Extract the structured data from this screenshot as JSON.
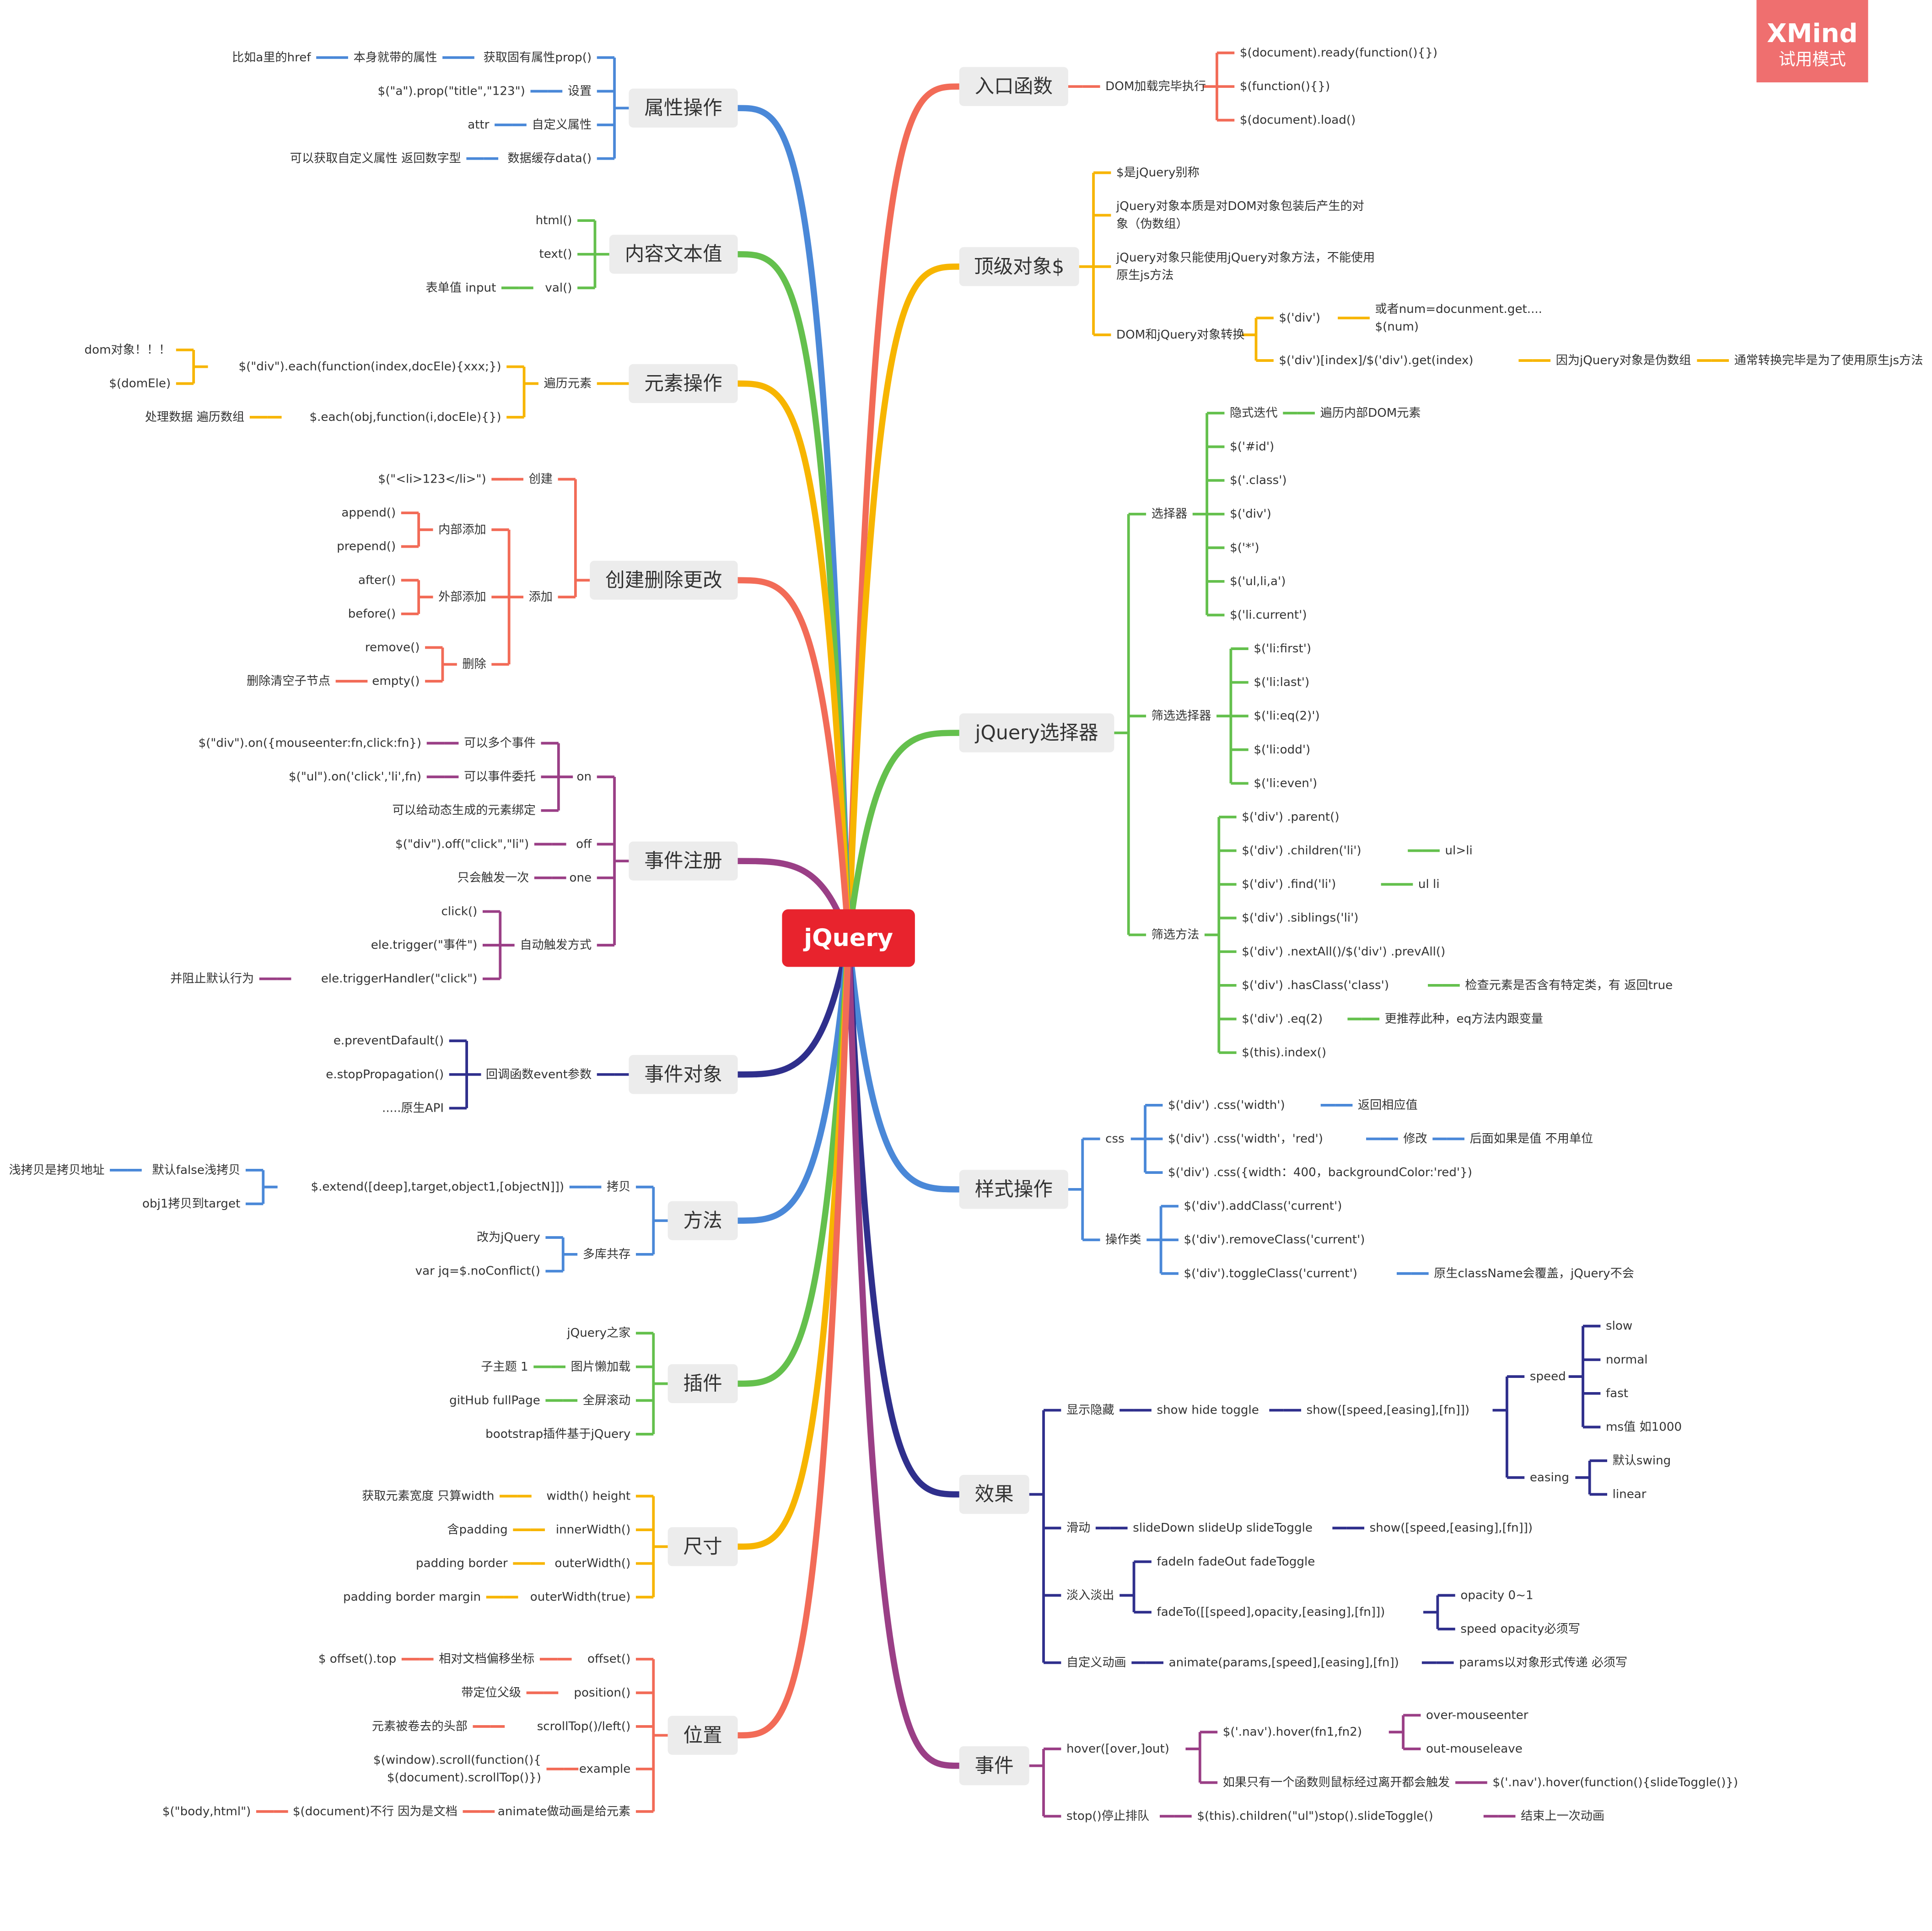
{
  "root": "jQuery",
  "watermark": {
    "title": "XMind",
    "subtitle": "试用模式"
  },
  "colors": {
    "root": "#e8232d",
    "red": "#f26b57",
    "orange": "#f7b500",
    "green": "#64c04d",
    "blue": "#4a88d8",
    "purple": "#2f2f8c",
    "magenta": "#9a3f86",
    "watermark": "#ef6f6f",
    "branch_bg": "#ececec"
  },
  "right": [
    {
      "label": "入口函数",
      "color": "red",
      "children": [
        {
          "label": "DOM加载完毕执行",
          "children": [
            {
              "label": "$(document).ready(function(){})"
            },
            {
              "label": "$(function(){})"
            },
            {
              "label": "$(document).load()"
            }
          ]
        }
      ]
    },
    {
      "label": "顶级对象$",
      "color": "orange",
      "children": [
        {
          "label": "$是jQuery别称"
        },
        {
          "label": "jQuery对象本质是对DOM对象包装后产生的对\n象（伪数组）"
        },
        {
          "label": "jQuery对象只能使用jQuery对象方法，不能使用\n原生js方法"
        },
        {
          "label": "DOM和jQuery对象转换",
          "children": [
            {
              "label": "$('div')",
              "children": [
                {
                  "label": "或者num=docunment.get....\n$(num)"
                }
              ]
            },
            {
              "label": "$('div')[index]/$('div').get(index)",
              "children": [
                {
                  "label": "因为jQuery对象是伪数组",
                  "children": [
                    {
                      "label": "通常转换完毕是为了使用原生js方法"
                    }
                  ]
                }
              ]
            }
          ]
        }
      ]
    },
    {
      "label": "jQuery选择器",
      "color": "green",
      "children": [
        {
          "label": "选择器",
          "children": [
            {
              "label": "隐式迭代",
              "children": [
                {
                  "label": "遍历内部DOM元素"
                }
              ]
            },
            {
              "label": "$('#id')"
            },
            {
              "label": "$('.class')"
            },
            {
              "label": "$('div')"
            },
            {
              "label": "$('*')"
            },
            {
              "label": "$('ul,li,a')"
            },
            {
              "label": "$('li.current')"
            }
          ]
        },
        {
          "label": "筛选选择器",
          "children": [
            {
              "label": "$('li:first')"
            },
            {
              "label": "$('li:last')"
            },
            {
              "label": "$('li:eq(2)')"
            },
            {
              "label": "$('li:odd')"
            },
            {
              "label": "$('li:even')"
            }
          ]
        },
        {
          "label": "筛选方法",
          "children": [
            {
              "label": "$('div') .parent()"
            },
            {
              "label": "$('div') .children('li')",
              "children": [
                {
                  "label": "ul>li"
                }
              ]
            },
            {
              "label": "$('div') .find('li')",
              "children": [
                {
                  "label": "ul li"
                }
              ]
            },
            {
              "label": "$('div') .siblings('li')"
            },
            {
              "label": "$('div') .nextAll()/$('div') .prevAll()"
            },
            {
              "label": "$('div') .hasClass('class')",
              "children": [
                {
                  "label": "检查元素是否含有特定类，有 返回true"
                }
              ]
            },
            {
              "label": "$('div') .eq(2)",
              "children": [
                {
                  "label": "更推荐此种，eq方法内跟变量"
                }
              ]
            },
            {
              "label": "$(this).index()"
            }
          ]
        }
      ]
    },
    {
      "label": "样式操作",
      "color": "blue",
      "children": [
        {
          "label": "css",
          "children": [
            {
              "label": "$('div') .css('width')",
              "children": [
                {
                  "label": "返回相应值"
                }
              ]
            },
            {
              "label": "$('div') .css('width'，'red')",
              "children": [
                {
                  "label": "修改",
                  "children": [
                    {
                      "label": "后面如果是值 不用单位"
                    }
                  ]
                }
              ]
            },
            {
              "label": "$('div') .css({width：400，backgroundColor:'red'})"
            }
          ]
        },
        {
          "label": "操作类",
          "children": [
            {
              "label": "$('div').addClass('current')"
            },
            {
              "label": "$('div').removeClass('current')"
            },
            {
              "label": "$('div').toggleClass('current')",
              "children": [
                {
                  "label": "原生className会覆盖，jQuery不会"
                }
              ]
            }
          ]
        }
      ]
    },
    {
      "label": "效果",
      "color": "purple",
      "children": [
        {
          "label": "显示隐藏",
          "children": [
            {
              "label": "show hide toggle",
              "children": [
                {
                  "label": "show([speed,[easing],[fn]])",
                  "children": [
                    {
                      "label": "speed",
                      "children": [
                        {
                          "label": "slow"
                        },
                        {
                          "label": "normal"
                        },
                        {
                          "label": "fast"
                        },
                        {
                          "label": "ms值 如1000"
                        }
                      ]
                    },
                    {
                      "label": "easing",
                      "children": [
                        {
                          "label": "默认swing"
                        },
                        {
                          "label": "linear"
                        }
                      ]
                    }
                  ]
                }
              ]
            }
          ]
        },
        {
          "label": "滑动",
          "children": [
            {
              "label": "slideDown slideUp slideToggle",
              "children": [
                {
                  "label": "show([speed,[easing],[fn]])"
                }
              ]
            }
          ]
        },
        {
          "label": "淡入淡出",
          "children": [
            {
              "label": "fadeIn fadeOut fadeToggle"
            },
            {
              "label": "fadeTo([[speed],opacity,[easing],[fn]])",
              "children": [
                {
                  "label": "opacity 0~1"
                },
                {
                  "label": "speed opacity必须写"
                }
              ]
            }
          ]
        },
        {
          "label": "自定义动画",
          "children": [
            {
              "label": "animate(params,[speed],[easing],[fn])",
              "children": [
                {
                  "label": "params以对象形式传递 必须写"
                }
              ]
            }
          ]
        }
      ]
    },
    {
      "label": "事件",
      "color": "magenta",
      "children": [
        {
          "label": "hover([over,]out)",
          "children": [
            {
              "label": "$('.nav').hover(fn1,fn2)",
              "children": [
                {
                  "label": "over-mouseenter"
                },
                {
                  "label": "out-mouseleave"
                }
              ]
            },
            {
              "label": "如果只有一个函数则鼠标经过离开都会触发",
              "children": [
                {
                  "label": "$('.nav').hover(function(){slideToggle()})"
                }
              ]
            }
          ]
        },
        {
          "label": "stop()停止排队",
          "children": [
            {
              "label": "$(this).children(\"ul\")stop().slideToggle()",
              "children": [
                {
                  "label": "结束上一次动画"
                }
              ]
            }
          ]
        }
      ]
    }
  ],
  "left": [
    {
      "label": "属性操作",
      "color": "blue",
      "children": [
        {
          "label": "获取固有属性prop()",
          "children": [
            {
              "label": "本身就带的属性",
              "children": [
                {
                  "label": "比如a里的href"
                }
              ]
            }
          ]
        },
        {
          "label": "设置",
          "children": [
            {
              "label": "$(\"a\").prop(\"title\",\"123\")"
            }
          ]
        },
        {
          "label": "自定义属性",
          "children": [
            {
              "label": "attr"
            }
          ]
        },
        {
          "label": "数据缓存data()",
          "children": [
            {
              "label": "可以获取自定义属性 返回数字型"
            }
          ]
        }
      ]
    },
    {
      "label": "内容文本值",
      "color": "green",
      "children": [
        {
          "label": "html()"
        },
        {
          "label": "text()"
        },
        {
          "label": "val()",
          "children": [
            {
              "label": "表单值 input"
            }
          ]
        }
      ]
    },
    {
      "label": "元素操作",
      "color": "orange",
      "children": [
        {
          "label": "遍历元素",
          "children": [
            {
              "label": "$(\"div\").each(function(index,docEle){xxx;})",
              "children": [
                {
                  "label": "dom对象！！！"
                },
                {
                  "label": "$(domEle)"
                }
              ]
            },
            {
              "label": "$.each(obj,function(i,docEle){})",
              "children": [
                {
                  "label": "处理数据 遍历数组"
                }
              ]
            }
          ]
        }
      ]
    },
    {
      "label": "创建删除更改",
      "color": "red",
      "children": [
        {
          "label": "创建",
          "children": [
            {
              "label": "$(\"<li>123</li>\")"
            }
          ]
        },
        {
          "label": "添加",
          "children": [
            {
              "label": "内部添加",
              "children": [
                {
                  "label": "append()"
                },
                {
                  "label": "prepend()"
                }
              ]
            },
            {
              "label": "外部添加",
              "children": [
                {
                  "label": "after()"
                },
                {
                  "label": "before()"
                }
              ]
            },
            {
              "label": "删除",
              "children": [
                {
                  "label": "remove()"
                },
                {
                  "label": "empty()",
                  "children": [
                    {
                      "label": "删除清空子节点"
                    }
                  ]
                }
              ]
            }
          ]
        }
      ]
    },
    {
      "label": "事件注册",
      "color": "magenta",
      "children": [
        {
          "label": "on",
          "children": [
            {
              "label": "可以多个事件",
              "children": [
                {
                  "label": "$(\"div\").on({mouseenter:fn,click:fn})"
                }
              ]
            },
            {
              "label": "可以事件委托",
              "children": [
                {
                  "label": "$(\"ul\").on('click','li',fn)"
                }
              ]
            },
            {
              "label": "可以给动态生成的元素绑定"
            }
          ]
        },
        {
          "label": "off",
          "children": [
            {
              "label": "$(\"div\").off(\"click\",\"li\")"
            }
          ]
        },
        {
          "label": "one",
          "children": [
            {
              "label": "只会触发一次"
            }
          ]
        },
        {
          "label": "自动触发方式",
          "children": [
            {
              "label": "click()"
            },
            {
              "label": "ele.trigger(\"事件\")"
            },
            {
              "label": "ele.triggerHandler(\"click\")",
              "children": [
                {
                  "label": "并阻止默认行为"
                }
              ]
            }
          ]
        }
      ]
    },
    {
      "label": "事件对象",
      "color": "purple",
      "children": [
        {
          "label": "回调函数event参数",
          "children": [
            {
              "label": "e.preventDafault()"
            },
            {
              "label": "e.stopPropagation()"
            },
            {
              "label": ".....原生API"
            }
          ]
        }
      ]
    },
    {
      "label": "方法",
      "color": "blue",
      "children": [
        {
          "label": "拷贝",
          "children": [
            {
              "label": "$.extend([deep],target,object1,[objectN]])",
              "children": [
                {
                  "label": "默认false浅拷贝",
                  "children": [
                    {
                      "label": "浅拷贝是拷贝地址"
                    }
                  ]
                },
                {
                  "label": "obj1拷贝到target"
                }
              ]
            }
          ]
        },
        {
          "label": "多库共存",
          "children": [
            {
              "label": "改为jQuery"
            },
            {
              "label": "var jq=$.noConflict()"
            }
          ]
        }
      ]
    },
    {
      "label": "插件",
      "color": "green",
      "children": [
        {
          "label": "jQuery之家"
        },
        {
          "label": "图片懒加载",
          "children": [
            {
              "label": "子主题 1"
            }
          ]
        },
        {
          "label": "全屏滚动",
          "children": [
            {
              "label": "gitHub fullPage"
            }
          ]
        },
        {
          "label": "bootstrap插件基于jQuery"
        }
      ]
    },
    {
      "label": "尺寸",
      "color": "orange",
      "children": [
        {
          "label": "width() height",
          "children": [
            {
              "label": "获取元素宽度 只算width"
            }
          ]
        },
        {
          "label": "innerWidth()",
          "children": [
            {
              "label": "含padding"
            }
          ]
        },
        {
          "label": "outerWidth()",
          "children": [
            {
              "label": "padding border"
            }
          ]
        },
        {
          "label": "outerWidth(true)",
          "children": [
            {
              "label": "padding border margin"
            }
          ]
        }
      ]
    },
    {
      "label": "位置",
      "color": "red",
      "children": [
        {
          "label": "offset()",
          "children": [
            {
              "label": "相对文档偏移坐标",
              "children": [
                {
                  "label": "$ offset().top"
                }
              ]
            }
          ]
        },
        {
          "label": "position()",
          "children": [
            {
              "label": "带定位父级"
            }
          ]
        },
        {
          "label": "scrollTop()/left()",
          "children": [
            {
              "label": "元素被卷去的头部"
            }
          ]
        },
        {
          "label": "example",
          "children": [
            {
              "label": "$(window).scroll(function(){\n$(document).scrollTop()})"
            }
          ]
        },
        {
          "label": "animate做动画是给元素",
          "children": [
            {
              "label": "$(document)不行 因为是文档",
              "children": [
                {
                  "label": "$(\"body,html\")"
                }
              ]
            }
          ]
        }
      ]
    }
  ]
}
